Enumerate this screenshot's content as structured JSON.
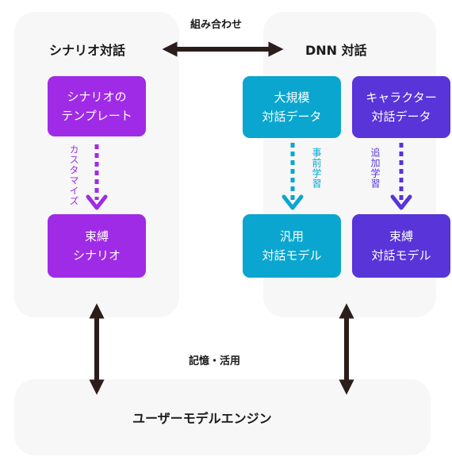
{
  "diagram": {
    "combine_label": "組み合わせ",
    "left_title": "シナリオ対話",
    "right_title": "DNN 対話",
    "memory_label": "記憶・活用",
    "engine_label": "ユーザーモデルエンジン",
    "scenario_template": [
      "シナリオの",
      "テンプレート"
    ],
    "customize_label": "カスタマイズ",
    "constraint_scenario": [
      "束縛",
      "シナリオ"
    ],
    "large_data": [
      "大規模",
      "対話データ"
    ],
    "pretrain_label": "事前学習",
    "general_model": [
      "汎用",
      "対話モデル"
    ],
    "character_data": [
      "キャラクター",
      "対話データ"
    ],
    "additional_label": "追加学習",
    "constraint_model": [
      "束縛",
      "対話モデル"
    ]
  },
  "colors": {
    "magenta": "#a02be6",
    "cyan": "#0aa6cf",
    "indigo": "#5834d9",
    "arrow_dark": "#2a1d1a",
    "panel": "#f7f7f7"
  }
}
